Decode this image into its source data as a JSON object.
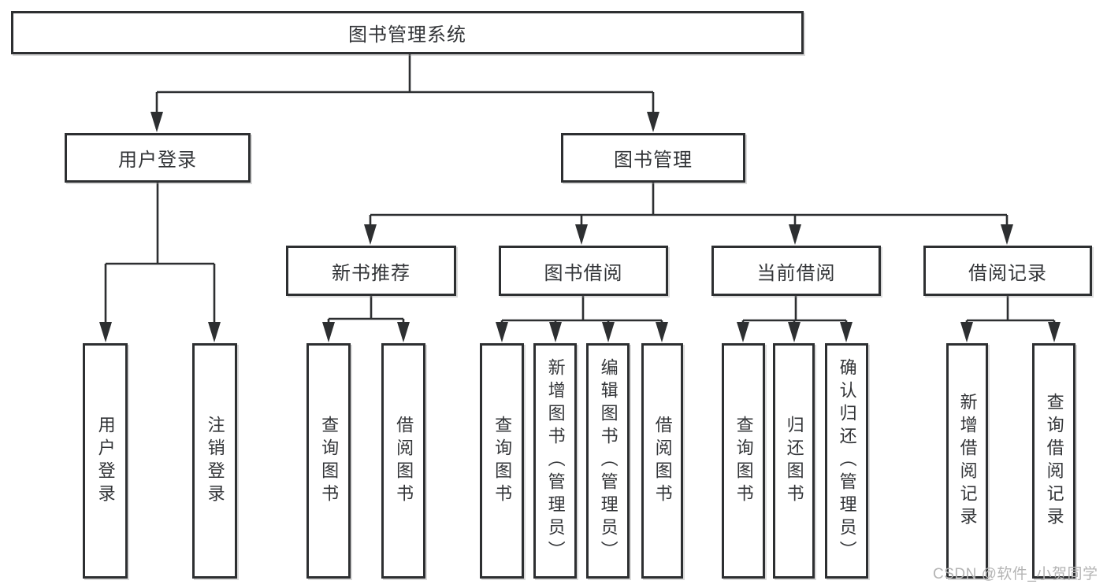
{
  "diagram": {
    "title_node": {
      "label": "图书管理系统"
    },
    "level2": [
      {
        "label": "用户登录"
      },
      {
        "label": "图书管理"
      }
    ],
    "level3": [
      {
        "label": "新书推荐",
        "parent": "图书管理"
      },
      {
        "label": "图书借阅",
        "parent": "图书管理"
      },
      {
        "label": "当前借阅",
        "parent": "图书管理"
      },
      {
        "label": "借阅记录",
        "parent": "图书管理"
      }
    ],
    "leaves": [
      {
        "label": "用户登录",
        "parent": "用户登录"
      },
      {
        "label": "注销登录",
        "parent": "用户登录"
      },
      {
        "label": "查询图书",
        "parent": "新书推荐"
      },
      {
        "label": "借阅图书",
        "parent": "新书推荐"
      },
      {
        "label": "查询图书",
        "parent": "图书借阅"
      },
      {
        "label": "新增图书（管理员）",
        "parent": "图书借阅"
      },
      {
        "label": "编辑图书（管理员）",
        "parent": "图书借阅"
      },
      {
        "label": "借阅图书",
        "parent": "图书借阅"
      },
      {
        "label": "查询图书",
        "parent": "当前借阅"
      },
      {
        "label": "归还图书",
        "parent": "当前借阅"
      },
      {
        "label": "确认归还（管理员）",
        "parent": "当前借阅"
      },
      {
        "label": "新增借阅记录",
        "parent": "借阅记录"
      },
      {
        "label": "查询借阅记录",
        "parent": "借阅记录"
      }
    ],
    "colors": {
      "line": "#2d2f31",
      "box_border": "#2d2f31",
      "box_fill": "#ffffff",
      "text": "#333538",
      "watermark": "#b4b4b4"
    }
  },
  "watermark": {
    "text": "CSDN @软件_小贺同学"
  }
}
